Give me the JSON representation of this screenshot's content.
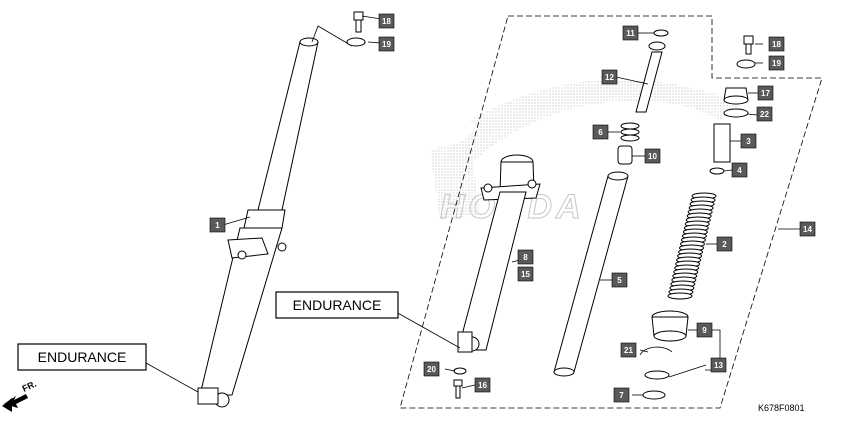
{
  "colors": {
    "callout_fill": "#5a5a5a",
    "callout_text": "#ffffff",
    "watermark": "#d0d0d0",
    "line": "#000000"
  },
  "callouts": {
    "c1": "1",
    "c2": "2",
    "c3": "3",
    "c4": "4",
    "c5": "5",
    "c6": "6",
    "c7": "7",
    "c8": "8",
    "c9": "9",
    "c10": "10",
    "c11": "11",
    "c12": "12",
    "c13": "13",
    "c14": "14",
    "c15": "15",
    "c16": "16",
    "c17": "17",
    "c18a": "18",
    "c18b": "18",
    "c19a": "19",
    "c19b": "19",
    "c20": "20",
    "c21": "21",
    "c22": "22"
  },
  "banners": {
    "left": "ENDURANCE",
    "center": "ENDURANCE"
  },
  "direction_label": "FR.",
  "direction_icon": "arrow-left-icon",
  "watermark_icon": "wing-logo-icon",
  "diagram_code": "K678F0801"
}
